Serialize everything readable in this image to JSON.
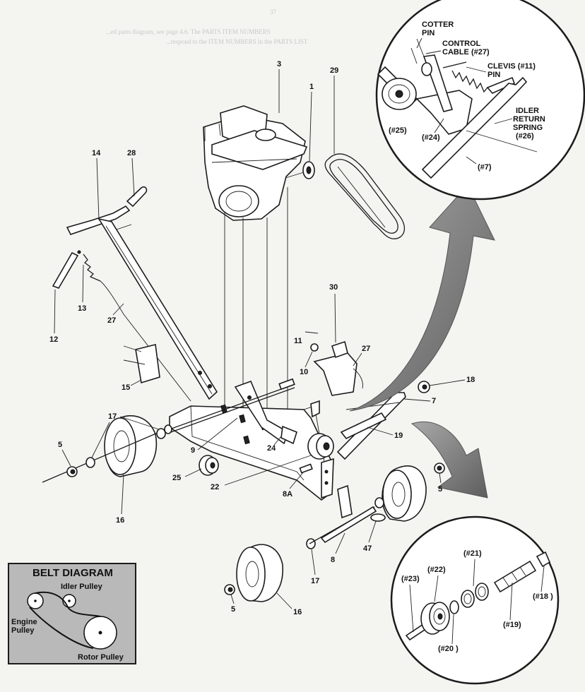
{
  "bleed_through": {
    "page_number": "37",
    "line1": "...ed parts diagram, see page 4.6. The PARTS ITEM NUMBERS",
    "line2": "...respond to the ITEM NUMBERS in the PARTS LIST"
  },
  "part_labels": {
    "p1": "1",
    "p3": "3",
    "p5a": "5",
    "p5b": "5",
    "p5c": "5",
    "p7": "7",
    "p8": "8",
    "p8a": "8A",
    "p9": "9",
    "p10": "10",
    "p11": "11",
    "p12": "12",
    "p13": "13",
    "p14": "14",
    "p15": "15",
    "p16a": "16",
    "p16b": "16",
    "p17a": "17",
    "p17b": "17",
    "p18": "18",
    "p19": "19",
    "p22": "22",
    "p24": "24",
    "p25": "25",
    "p27a": "27",
    "p27b": "27",
    "p28": "28",
    "p29": "29",
    "p30": "30",
    "p47": "47"
  },
  "top_inset": {
    "cotter_pin_l1": "COTTER",
    "cotter_pin_l2": "PIN",
    "control_cable_l1": "CONTROL",
    "control_cable_l2": "CABLE (#27)",
    "clevis_pin_l1": "CLEVIS (#11)",
    "clevis_pin_l2": "PIN",
    "idler_spring_l1": "IDLER",
    "idler_spring_l2": "RETURN",
    "idler_spring_l3": "SPRING",
    "idler_spring_l4": "(#26)",
    "ref_25": "(#25)",
    "ref_24": "(#24)",
    "ref_7": "(#7)"
  },
  "bottom_inset": {
    "ref_21": "(#21)",
    "ref_22": "(#22)",
    "ref_23": "(#23)",
    "ref_18": "(#18 )",
    "ref_19": "(#19)",
    "ref_20": "(#20 )"
  },
  "belt_diagram": {
    "title": "BELT DIAGRAM",
    "idler": "Idler Pulley",
    "engine_l1": "Engine",
    "engine_l2": "Pulley",
    "rotor": "Rotor Pulley"
  },
  "colors": {
    "page_bg": "#f4f4f1",
    "arrow_fill": "#7d7d7d",
    "belt_box_bg": "#b9b9b9"
  }
}
